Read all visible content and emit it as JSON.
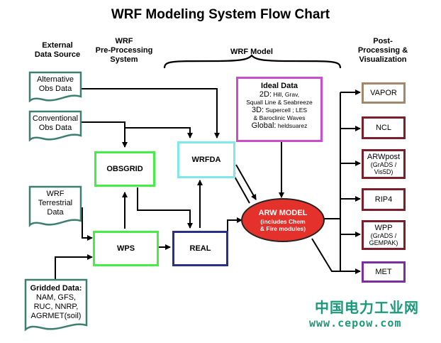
{
  "title": "WRF Modeling System Flow Chart",
  "headers": {
    "external": [
      "External",
      "Data Source"
    ],
    "wrf_pre": [
      "WRF",
      "Pre-Processing",
      "System"
    ],
    "wrf_model": "WRF Model",
    "post": [
      "Post-",
      "Processing &",
      "Visualization"
    ]
  },
  "sources": {
    "alternative": [
      "Alternative",
      "Obs Data"
    ],
    "conventional": [
      "Conventional",
      "Obs Data"
    ],
    "terrestrial": [
      "WRF",
      "Terrestrial",
      "Data"
    ],
    "gridded": [
      "Gridded Data:",
      "NAM, GFS,",
      "RUC, NNRP,",
      "AGRMET(soil)"
    ]
  },
  "nodes": {
    "obsgrid": "OBSGRID",
    "wrfda": "WRFDA",
    "wps": "WPS",
    "real": "REAL"
  },
  "ideal": {
    "title": "Ideal Data",
    "lines": [
      {
        "key": "2D:",
        "text": " Hill, Grav,"
      },
      {
        "key": "",
        "text": "Squall Line & Seabreeze"
      },
      {
        "key": "3D:",
        "text": " Supercell ; LES"
      },
      {
        "key": "",
        "text": "& Baroclinic Waves"
      },
      {
        "key": "Global:",
        "text": " heldsuarez"
      }
    ]
  },
  "arw": {
    "title": "ARW MODEL",
    "sub": [
      "(includes Chem",
      "& Fire modules)"
    ]
  },
  "outputs": {
    "vapor": "VAPOR",
    "ncl": "NCL",
    "arwpost": [
      "ARWpost",
      "(GrADS /",
      "Vis5D)"
    ],
    "rip4": "RIP4",
    "wpp": [
      "WPP",
      "(GrADS /",
      "GEMPAK)"
    ],
    "met": "MET"
  },
  "colors": {
    "teal": "#3d7f70",
    "green": "#44ee44",
    "cyan": "#7fe8ee",
    "navy": "#2a2f8a",
    "purple": "#c94ecf",
    "red": "#e4312b",
    "tan": "#a4876a",
    "maroon": "#7a1f2b",
    "violet": "#7a2ea0"
  },
  "watermark": {
    "cn": "中国电力工业网",
    "url": "www.cepow.com"
  }
}
